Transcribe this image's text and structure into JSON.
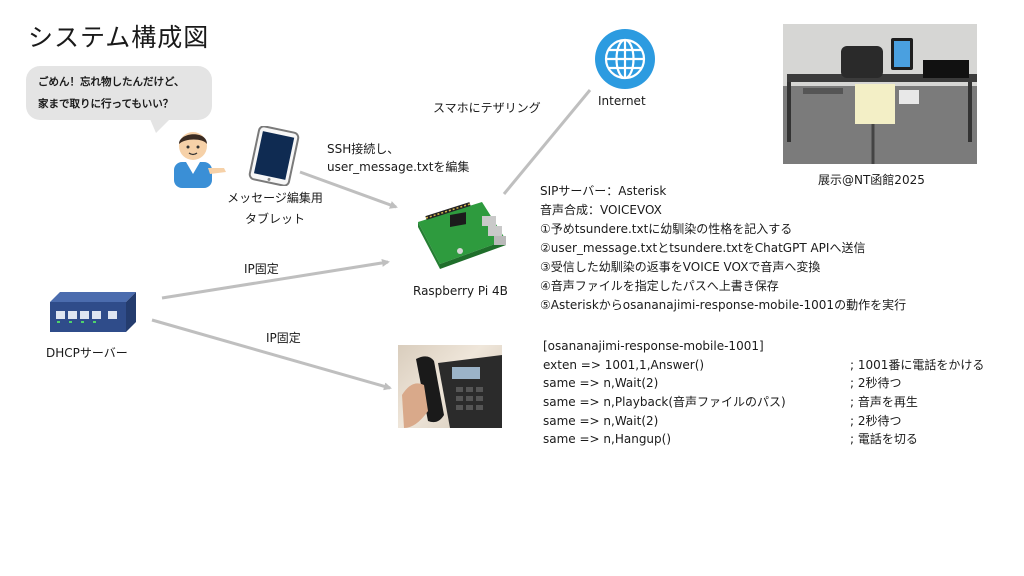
{
  "title": "システム構成図",
  "bubble": {
    "line1": "ごめん！忘れ物したんだけど、",
    "line2": "家まで取りに行ってもいい？"
  },
  "tablet": {
    "label_line1": "メッセージ編集用",
    "label_line2": "タブレット"
  },
  "ssh": {
    "line1": "SSH接続し、",
    "line2": "user_message.txtを編集"
  },
  "tethering_label": "スマホにテザリング",
  "internet_label": "Internet",
  "photo_caption": "展示@NT函館2025",
  "raspberry_label": "Raspberry Pi 4B",
  "dhcp_label": "DHCPサーバー",
  "ip_fixed_1": "IP固定",
  "ip_fixed_2": "IP固定",
  "info": [
    "SIPサーバー：Asterisk",
    "音声合成：VOICEVOX",
    "①予めtsundere.txtに幼馴染の性格を記入する",
    "②user_message.txtとtsundere.txtをChatGPT APIへ送信",
    "③受信した幼馴染の返事をVOICE VOXで音声へ変換",
    "④音声ファイルを指定したパスへ上書き保存",
    "⑤Asteriskからosananajimi-response-mobile-1001の動作を実行"
  ],
  "dialplan": {
    "header": "[osananajimi-response-mobile-1001]",
    "rows": [
      {
        "code": "exten => 1001,1,Answer()",
        "comment": "; 1001番に電話をかける"
      },
      {
        "code": "same => n,Wait(2)",
        "comment": "; 2秒待つ"
      },
      {
        "code": "same => n,Playback(音声ファイルのパス)",
        "comment": "; 音声を再生"
      },
      {
        "code": "same => n,Wait(2)",
        "comment": "; 2秒待つ"
      },
      {
        "code": "same => n,Hangup()",
        "comment": "; 電話を切る"
      }
    ]
  },
  "colors": {
    "arrow": "#bfbfbf",
    "globe": "#2c9be0",
    "switch": "#2f4c8a",
    "pcb": "#2e9b3e"
  },
  "icons": [
    "person-icon",
    "tablet-icon",
    "globe-icon",
    "raspberry-pi-icon",
    "network-switch-icon",
    "ip-phone-photo",
    "exhibit-photo"
  ]
}
